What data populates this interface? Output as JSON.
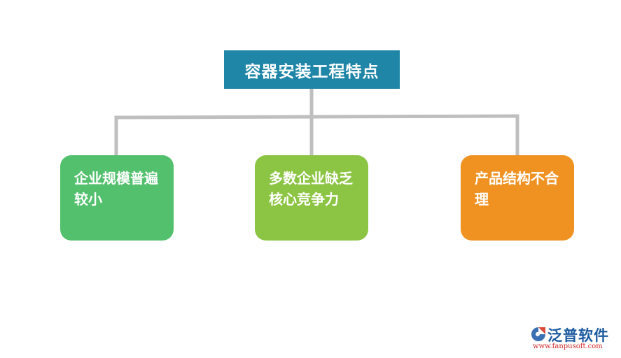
{
  "diagram": {
    "root": {
      "label": "容器安装工程特点"
    },
    "children": [
      {
        "label": "企业规模普遍较小",
        "color": "#52c06c"
      },
      {
        "label": "多数企业缺乏核心竞争力",
        "color": "#8cc444"
      },
      {
        "label": "产品结构不合理",
        "color": "#ef9222"
      }
    ],
    "root_color": "#1f86a8",
    "connector_color": "#bfbfbf"
  },
  "watermark": {
    "name": "泛普软件",
    "url": "www.fanpusoft.com"
  }
}
